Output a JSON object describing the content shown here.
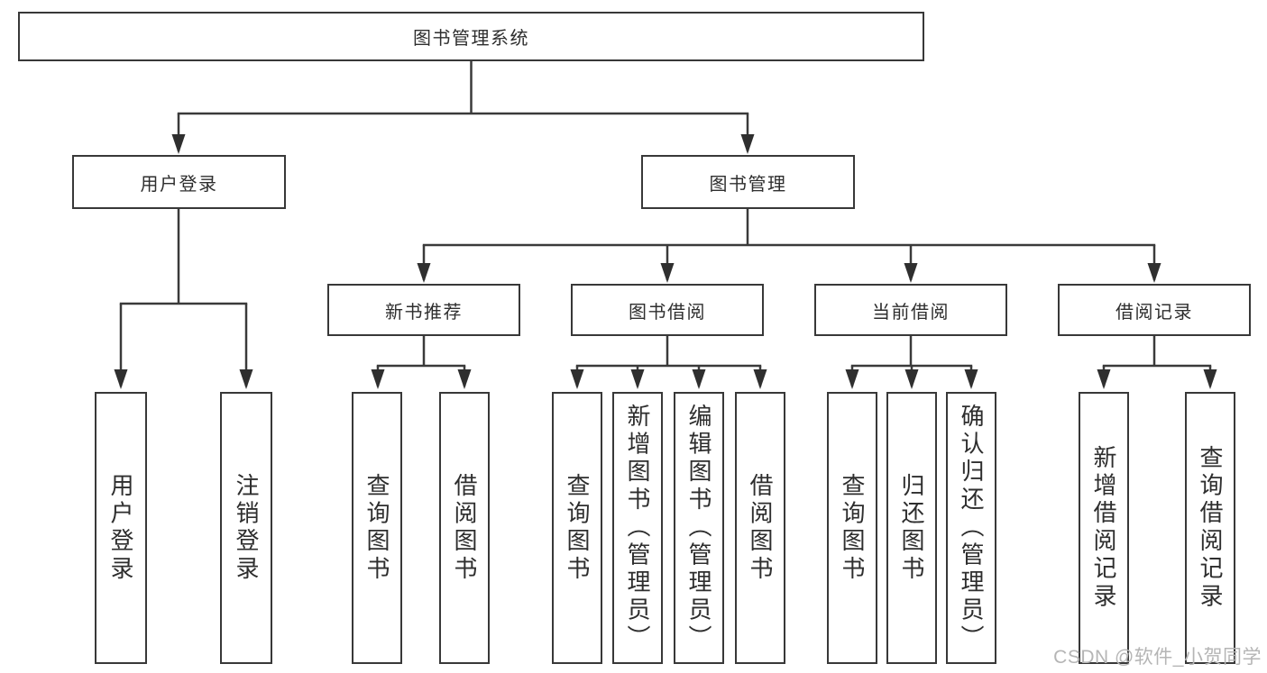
{
  "diagram": {
    "root": {
      "label": "图书管理系统"
    },
    "level2": [
      {
        "label": "用户登录"
      },
      {
        "label": "图书管理"
      }
    ],
    "level3": [
      {
        "label": "新书推荐"
      },
      {
        "label": "图书借阅"
      },
      {
        "label": "当前借阅"
      },
      {
        "label": "借阅记录"
      }
    ],
    "leaves": {
      "user_login": [
        "用户登录",
        "注销登录"
      ],
      "new_book": [
        "查询图书",
        "借阅图书"
      ],
      "book_borrow": [
        "查询图书",
        "新增图书（管理员）",
        "编辑图书（管理员）",
        "借阅图书"
      ],
      "current_borrow": [
        "查询图书",
        "归还图书",
        "确认归还（管理员）"
      ],
      "borrow_record": [
        "新增借阅记录",
        "查询借阅记录"
      ]
    }
  },
  "watermark": {
    "text": "CSDN @软件_小贺同学"
  },
  "colors": {
    "line": "#3a3a3a",
    "box_border": "#383838",
    "text": "#2e2e2e",
    "watermark": "#b5b5b5",
    "background": "#ffffff"
  }
}
